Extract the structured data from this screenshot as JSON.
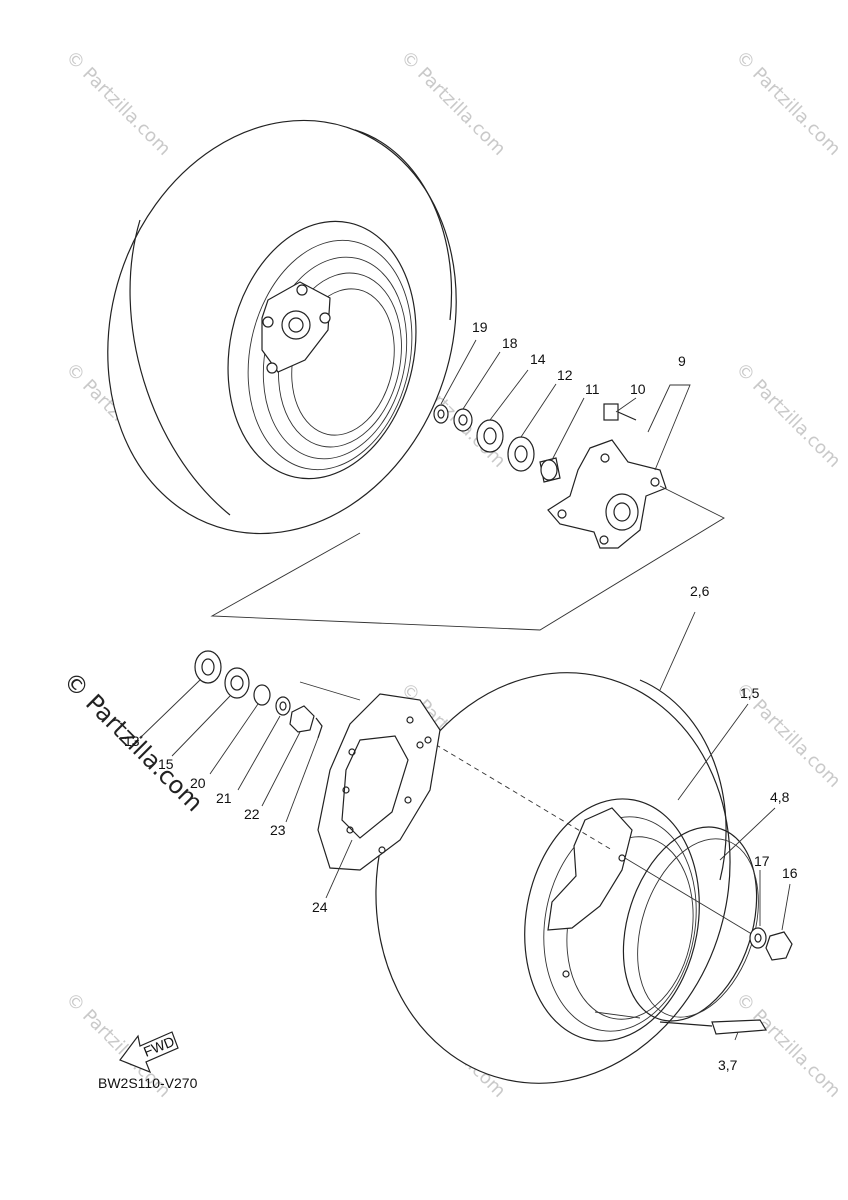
{
  "watermark": {
    "text": "© Partzilla.com",
    "main_text": "© Partzilla.com"
  },
  "diagram_code": "BW2S110-V270",
  "fwd_label": "FWD",
  "callouts": [
    {
      "id": "c19",
      "text": "19"
    },
    {
      "id": "c18",
      "text": "18"
    },
    {
      "id": "c14",
      "text": "14"
    },
    {
      "id": "c12",
      "text": "12"
    },
    {
      "id": "c11",
      "text": "11"
    },
    {
      "id": "c10",
      "text": "10"
    },
    {
      "id": "c9",
      "text": "9"
    },
    {
      "id": "c26",
      "text": "2,6"
    },
    {
      "id": "c15b",
      "text": "1,5"
    },
    {
      "id": "c48",
      "text": "4,8"
    },
    {
      "id": "c17",
      "text": "17"
    },
    {
      "id": "c16",
      "text": "16"
    },
    {
      "id": "c37",
      "text": "3,7"
    },
    {
      "id": "c13",
      "text": "13"
    },
    {
      "id": "c15",
      "text": "15"
    },
    {
      "id": "c20",
      "text": "20"
    },
    {
      "id": "c21",
      "text": "21"
    },
    {
      "id": "c22",
      "text": "22"
    },
    {
      "id": "c23",
      "text": "23"
    },
    {
      "id": "c24",
      "text": "24"
    }
  ]
}
